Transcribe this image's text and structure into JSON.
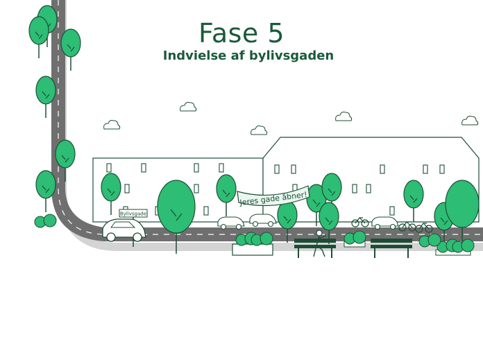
{
  "heading": {
    "title": "Fase 5",
    "subtitle": "Indvielse af bylivsgaden"
  },
  "scene": {
    "banner_text": "Jeres gade åbner!",
    "street_sign": "Bylivsgade"
  },
  "colors": {
    "brand_green": "#1a5a3a",
    "tree_green": "#2dbd74",
    "road_gray": "#6f6f6f",
    "sidewalk_gray": "#d4d4d4",
    "outline": "#1d4d36"
  }
}
